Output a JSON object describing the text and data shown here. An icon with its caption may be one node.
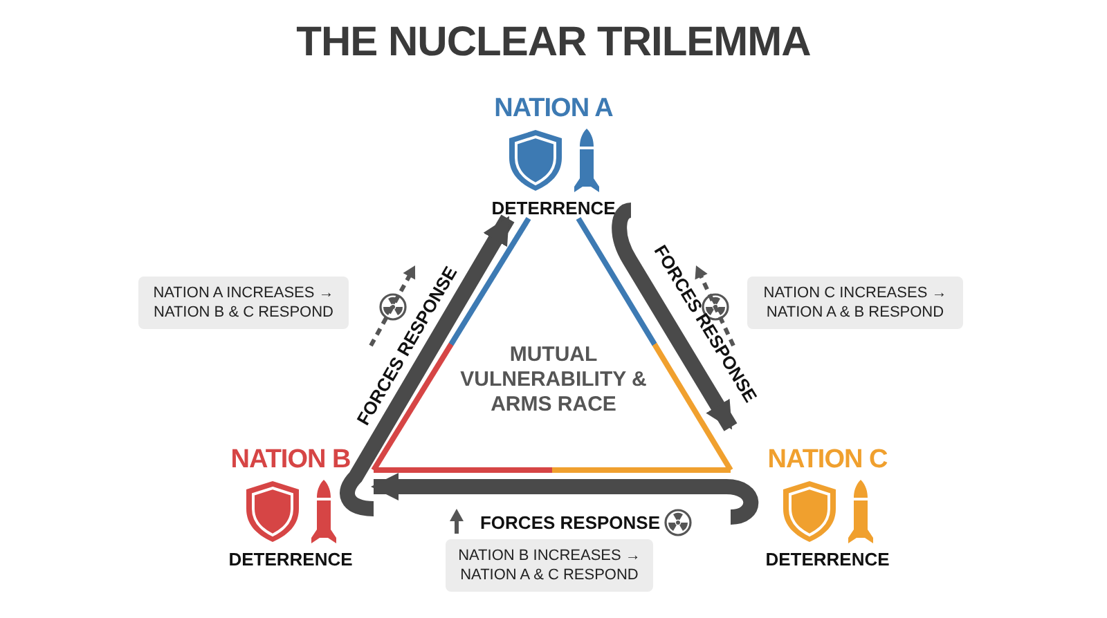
{
  "diagram": {
    "title": "THE NUCLEAR TRILEMMA",
    "nodes": [
      {
        "text": [
          "NATION A",
          "DETERRENCE"
        ]
      },
      {
        "text": [
          "NATION B",
          "DETERRENCE"
        ]
      },
      {
        "text": [
          "NATION C",
          "DETERRENCE"
        ]
      },
      {
        "text": [
          "NATION A INCREASES → NATION B & C RESPOND"
        ]
      },
      {
        "text": [
          "NATION C INCREASES → NATION A & B RESPOND"
        ]
      },
      {
        "text": [
          "NATION B INCREASES → NATION A & C RESPOND"
        ]
      }
    ],
    "edges": [
      {
        "from": 0,
        "to": 1,
        "arrow": "none"
      },
      {
        "from": 0,
        "to": 2,
        "arrow": "none"
      },
      {
        "from": 1,
        "to": 2,
        "arrow": "none"
      },
      {
        "from": 1,
        "to": 0,
        "arrow": "to",
        "label": "FORCES RESPONSE"
      },
      {
        "from": 0,
        "to": 2,
        "arrow": "to",
        "label": "FORCES RESPONSE"
      },
      {
        "from": 2,
        "to": 1,
        "arrow": "to",
        "label": "FORCES RESPONSE"
      }
    ],
    "labels": [
      "MUTUAL VULNERABILITY & ARMS RACE"
    ]
  }
}
